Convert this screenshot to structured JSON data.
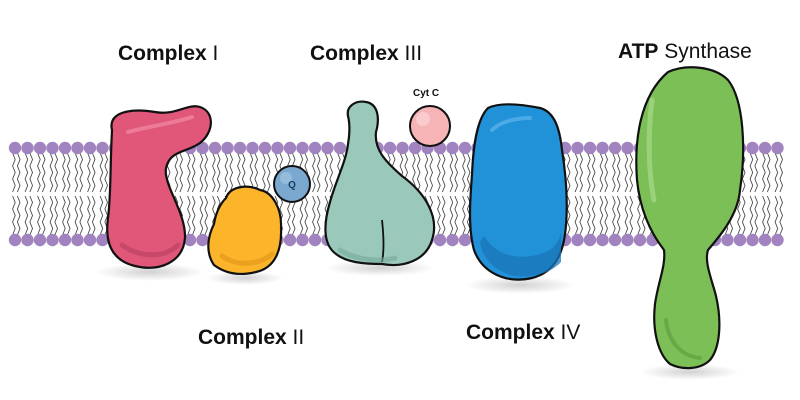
{
  "labels": {
    "complex_1": {
      "bold": "Complex",
      "numeral": "I"
    },
    "complex_2": {
      "bold": "Complex",
      "numeral": "II"
    },
    "complex_3": {
      "bold": "Complex",
      "numeral": "III"
    },
    "complex_4": {
      "bold": "Complex",
      "numeral": "IV"
    },
    "atp_synthase": {
      "bold": "ATP",
      "rest": "Synthase"
    },
    "cyt_c": "Cyt C",
    "q": "Q"
  },
  "colors": {
    "lipid_head": "#a184bf",
    "lipid_tail": "#4a4a4a",
    "complex_1": "#e0577a",
    "complex_2": "#fcb42b",
    "complex_3": "#9ac9bb",
    "complex_4": "#2191d8",
    "atp_synthase": "#7dbf57",
    "cyt_c": "#f6b4b7",
    "q": "#7aa8cf"
  }
}
